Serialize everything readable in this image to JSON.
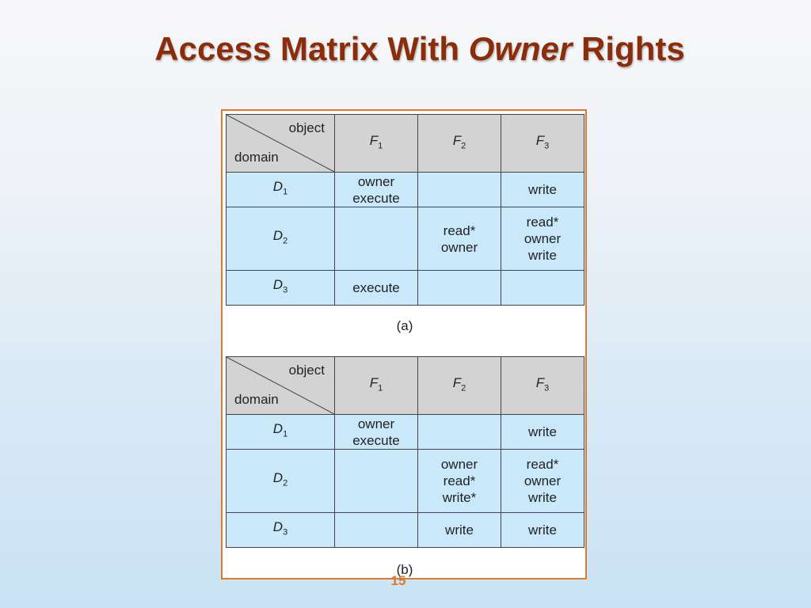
{
  "title": {
    "part1": "Access Matrix With ",
    "italic": "Owner",
    "part2": " Rights"
  },
  "header": {
    "object_label": "object",
    "domain_label": "domain"
  },
  "columns": [
    {
      "base": "F",
      "sub": "1"
    },
    {
      "base": "F",
      "sub": "2"
    },
    {
      "base": "F",
      "sub": "3"
    }
  ],
  "tables": [
    {
      "caption": "(a)",
      "rows": [
        {
          "domain": {
            "base": "D",
            "sub": "1"
          },
          "cells": [
            [
              "owner",
              "execute"
            ],
            [],
            [
              "write"
            ]
          ]
        },
        {
          "domain": {
            "base": "D",
            "sub": "2"
          },
          "cells": [
            [],
            [
              "read*",
              "owner"
            ],
            [
              "read*",
              "owner",
              "write"
            ]
          ]
        },
        {
          "domain": {
            "base": "D",
            "sub": "3"
          },
          "cells": [
            [
              "execute"
            ],
            [],
            []
          ]
        }
      ]
    },
    {
      "caption": "(b)",
      "rows": [
        {
          "domain": {
            "base": "D",
            "sub": "1"
          },
          "cells": [
            [
              "owner",
              "execute"
            ],
            [],
            [
              "write"
            ]
          ]
        },
        {
          "domain": {
            "base": "D",
            "sub": "2"
          },
          "cells": [
            [],
            [
              "owner",
              "read*",
              "write*"
            ],
            [
              "read*",
              "owner",
              "write"
            ]
          ]
        },
        {
          "domain": {
            "base": "D",
            "sub": "3"
          },
          "cells": [
            [],
            [
              "write"
            ],
            [
              "write"
            ]
          ]
        }
      ]
    }
  ],
  "page_number": "15",
  "colors": {
    "title": "#8b2d0a",
    "frame": "#e07a2a",
    "header_bg": "#d3d3d3",
    "cell_bg": "#c9e9fb"
  }
}
